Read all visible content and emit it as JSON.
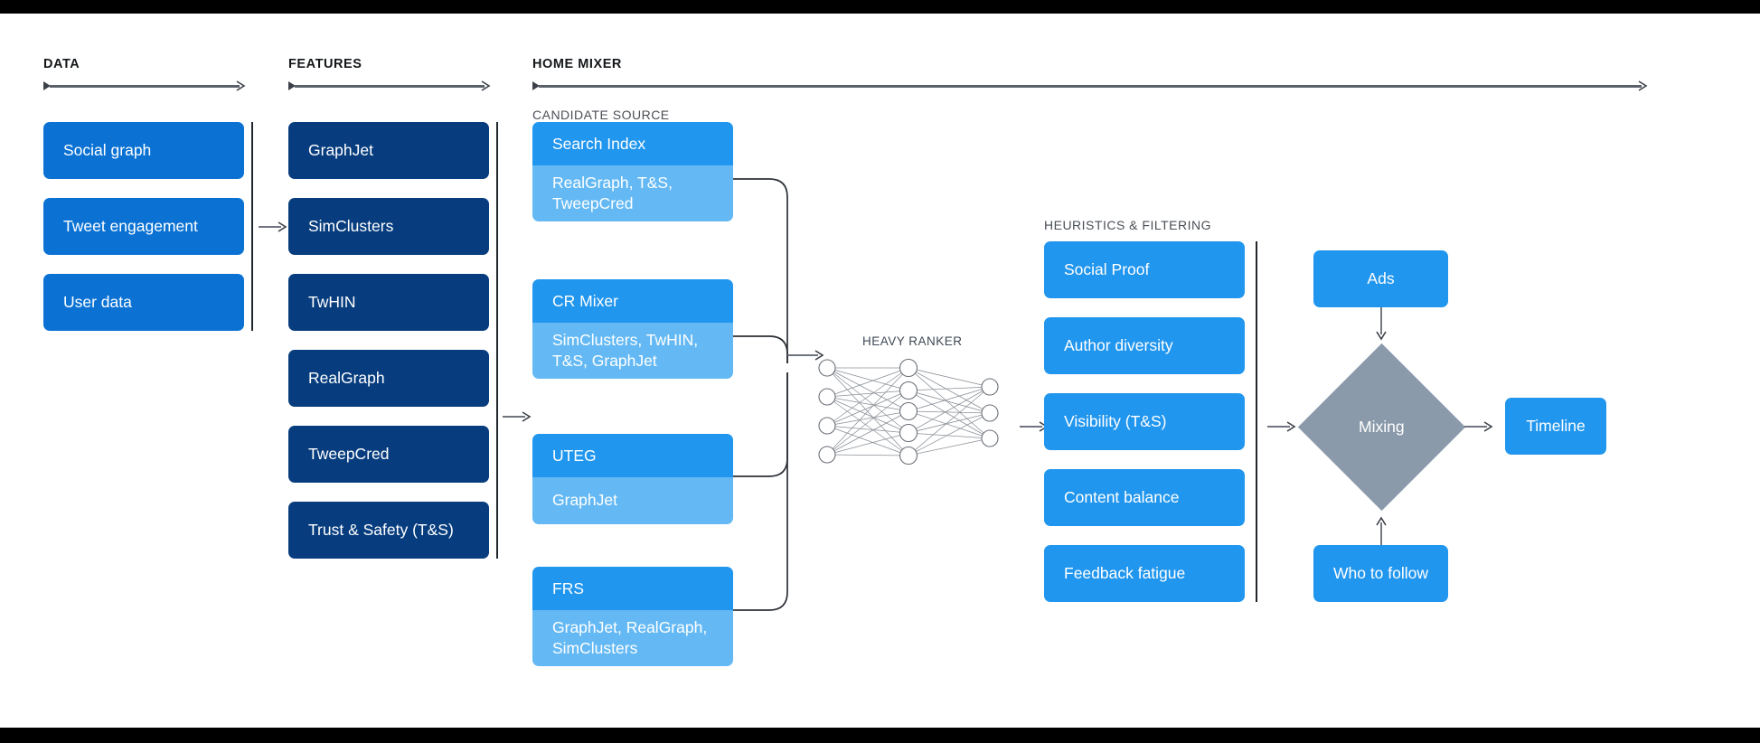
{
  "sections": {
    "data": {
      "title": "DATA"
    },
    "features": {
      "title": "FEATURES"
    },
    "home_mixer": {
      "title": "HOME MIXER"
    },
    "candidate_source": {
      "title": "CANDIDATE SOURCE"
    },
    "heavy_ranker": {
      "title": "HEAVY RANKER"
    },
    "heuristics": {
      "title": "HEURISTICS & FILTERING"
    }
  },
  "data_items": [
    {
      "label": "Social graph"
    },
    {
      "label": "Tweet engagement"
    },
    {
      "label": "User data"
    }
  ],
  "feature_items": [
    {
      "label": "GraphJet"
    },
    {
      "label": "SimClusters"
    },
    {
      "label": "TwHIN"
    },
    {
      "label": "RealGraph"
    },
    {
      "label": "TweepCred"
    },
    {
      "label": "Trust & Safety (T&S)"
    }
  ],
  "candidate_sources": [
    {
      "name": "Search Index",
      "features": "RealGraph, T&S,\nTweepCred"
    },
    {
      "name": "CR Mixer",
      "features": "SimClusters, TwHIN,\nT&S, GraphJet"
    },
    {
      "name": "UTEG",
      "features": "GraphJet"
    },
    {
      "name": "FRS",
      "features": "GraphJet, RealGraph,\nSimClusters"
    }
  ],
  "heuristic_items": [
    {
      "label": "Social Proof"
    },
    {
      "label": "Author diversity"
    },
    {
      "label": "Visibility (T&S)"
    },
    {
      "label": "Content balance"
    },
    {
      "label": "Feedback fatigue"
    }
  ],
  "output": {
    "ads": "Ads",
    "who_to_follow": "Who to follow",
    "mixing": "Mixing",
    "timeline": "Timeline"
  },
  "network": {
    "input_nodes": 4,
    "hidden_nodes": 5,
    "output_nodes": 3
  },
  "colors": {
    "data_blue": "#0B72D4",
    "feature_navy": "#073D7E",
    "candidate_top": "#2196EE",
    "candidate_bottom": "#64B9F4",
    "heuristic_blue": "#2196EE",
    "mixing_gray": "#8B9AAB",
    "line_gray": "#5b616b",
    "background": "#ffffff"
  }
}
